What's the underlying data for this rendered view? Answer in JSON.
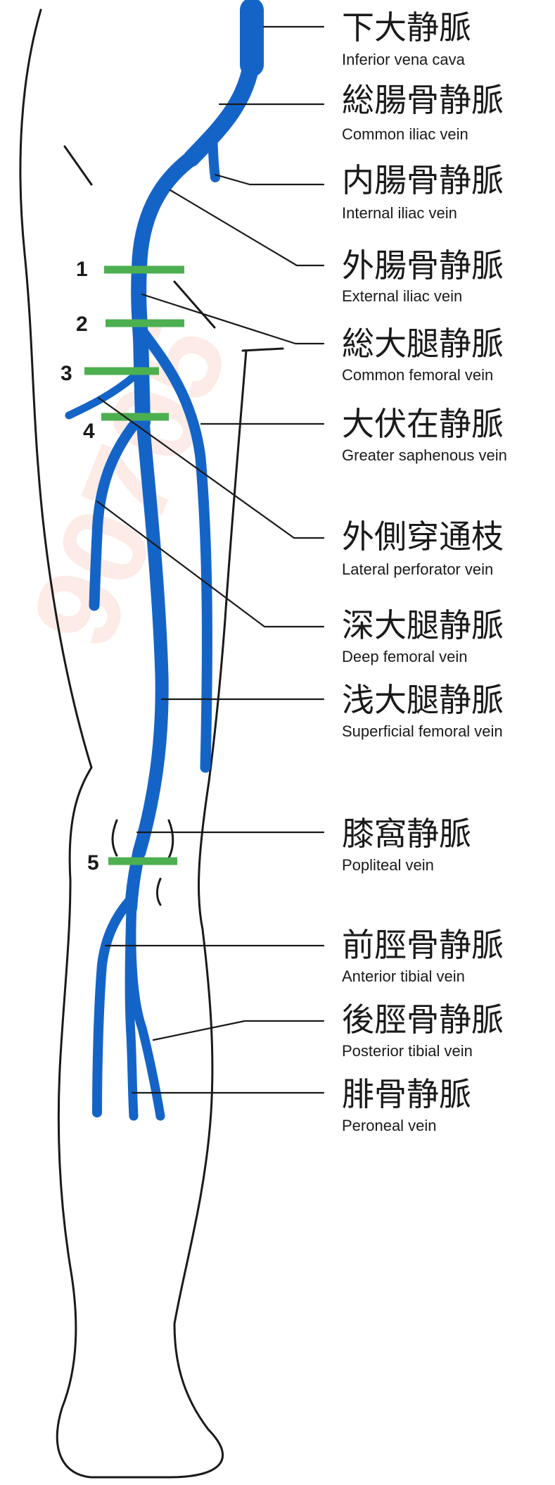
{
  "labels": [
    {
      "jp": "下大静脈",
      "en": "Inferior vena cava"
    },
    {
      "jp": "総腸骨静脈",
      "en": "Common iliac vein"
    },
    {
      "jp": "内腸骨静脈",
      "en": "Internal iliac vein"
    },
    {
      "jp": "外腸骨静脈",
      "en": "External iliac vein"
    },
    {
      "jp": "総大腿静脈",
      "en": "Common femoral vein"
    },
    {
      "jp": "大伏在静脈",
      "en": "Greater saphenous vein"
    },
    {
      "jp": "外側穿通枝",
      "en": "Lateral perforator vein"
    },
    {
      "jp": "深大腿静脈",
      "en": "Deep femoral vein"
    },
    {
      "jp": "浅大腿静脈",
      "en": "Superficial femoral vein"
    },
    {
      "jp": "膝窩静脈",
      "en": "Popliteal vein"
    },
    {
      "jp": "前脛骨静脈",
      "en": "Anterior tibial vein"
    },
    {
      "jp": "後脛骨静脈",
      "en": "Posterior tibial vein"
    },
    {
      "jp": "腓骨静脈",
      "en": "Peroneal vein"
    }
  ],
  "markers": [
    "1",
    "2",
    "3",
    "4",
    "5"
  ],
  "watermark": "90705",
  "colors": {
    "vein": "#1464c8",
    "marker": "#4caf50",
    "outline": "#1a1a1a",
    "watermark": "#f28b6b"
  }
}
